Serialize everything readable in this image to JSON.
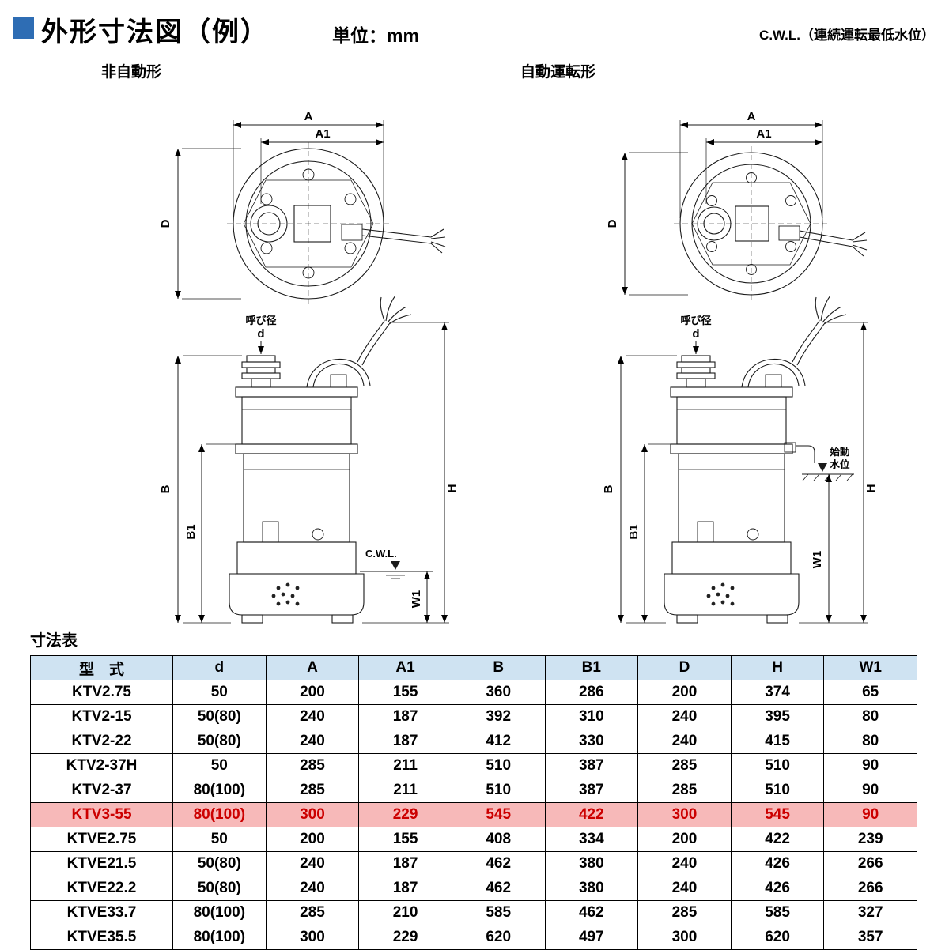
{
  "header": {
    "title": "外形寸法図（例）",
    "unit": "単位：mm",
    "cwl_note": "C.W.L.（連続運転最低水位）"
  },
  "drawings": {
    "left_label": "非自動形",
    "right_label": "自動運転形"
  },
  "drawing_labels": {
    "dim_A": "A",
    "dim_A1": "A1",
    "dim_B": "B",
    "dim_B1": "B1",
    "dim_D": "D",
    "dim_H": "H",
    "dim_W1": "W1",
    "dim_d": "d",
    "nominal_dia": "呼び径",
    "cwl": "C.W.L.",
    "start_level_1": "始動",
    "start_level_2": "水位"
  },
  "table": {
    "title": "寸法表",
    "headers": [
      "型　式",
      "d",
      "A",
      "A1",
      "B",
      "B1",
      "D",
      "H",
      "W1"
    ],
    "highlight_row_index": 5,
    "rows": [
      [
        "KTV2.75",
        "50",
        "200",
        "155",
        "360",
        "286",
        "200",
        "374",
        "65"
      ],
      [
        "KTV2-15",
        "50(80)",
        "240",
        "187",
        "392",
        "310",
        "240",
        "395",
        "80"
      ],
      [
        "KTV2-22",
        "50(80)",
        "240",
        "187",
        "412",
        "330",
        "240",
        "415",
        "80"
      ],
      [
        "KTV2-37H",
        "50",
        "285",
        "211",
        "510",
        "387",
        "285",
        "510",
        "90"
      ],
      [
        "KTV2-37",
        "80(100)",
        "285",
        "211",
        "510",
        "387",
        "285",
        "510",
        "90"
      ],
      [
        "KTV3-55",
        "80(100)",
        "300",
        "229",
        "545",
        "422",
        "300",
        "545",
        "90"
      ],
      [
        "KTVE2.75",
        "50",
        "200",
        "155",
        "408",
        "334",
        "200",
        "422",
        "239"
      ],
      [
        "KTVE21.5",
        "50(80)",
        "240",
        "187",
        "462",
        "380",
        "240",
        "426",
        "266"
      ],
      [
        "KTVE22.2",
        "50(80)",
        "240",
        "187",
        "462",
        "380",
        "240",
        "426",
        "266"
      ],
      [
        "KTVE33.7",
        "80(100)",
        "285",
        "210",
        "585",
        "462",
        "285",
        "585",
        "327"
      ],
      [
        "KTVE35.5",
        "80(100)",
        "300",
        "229",
        "620",
        "497",
        "300",
        "620",
        "357"
      ]
    ]
  },
  "colors": {
    "title_square": "#2e6db4",
    "header_bg": "#cfe3f2",
    "highlight_bg": "#f7b9b9",
    "highlight_text": "#cc0000"
  }
}
